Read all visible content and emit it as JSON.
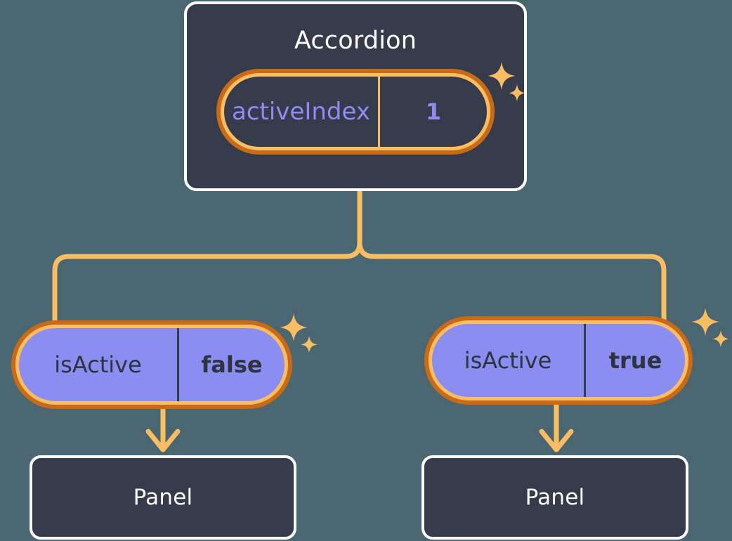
{
  "diagram": {
    "type": "component-state-tree",
    "background_color": "#4a6670",
    "accent_color": "#f9bd64",
    "accent_dark_color": "#c96a16",
    "state_fill_color": "#8b8df0",
    "card_fill_color": "#353b4a",
    "card_border_color": "#ffffff"
  },
  "root": {
    "title": "Accordion",
    "state": {
      "key": "activeIndex",
      "value": "1",
      "highlighted": true,
      "sparkle_icon": "sparkles-icon"
    }
  },
  "branches": [
    {
      "state": {
        "key": "isActive",
        "value": "false",
        "highlighted": true,
        "sparkle_icon": "sparkles-icon"
      },
      "child": {
        "title": "Panel"
      },
      "arrow_icon": "arrow-down-icon"
    },
    {
      "state": {
        "key": "isActive",
        "value": "true",
        "highlighted": true,
        "sparkle_icon": "sparkles-icon"
      },
      "child": {
        "title": "Panel"
      },
      "arrow_icon": "arrow-down-icon"
    }
  ]
}
